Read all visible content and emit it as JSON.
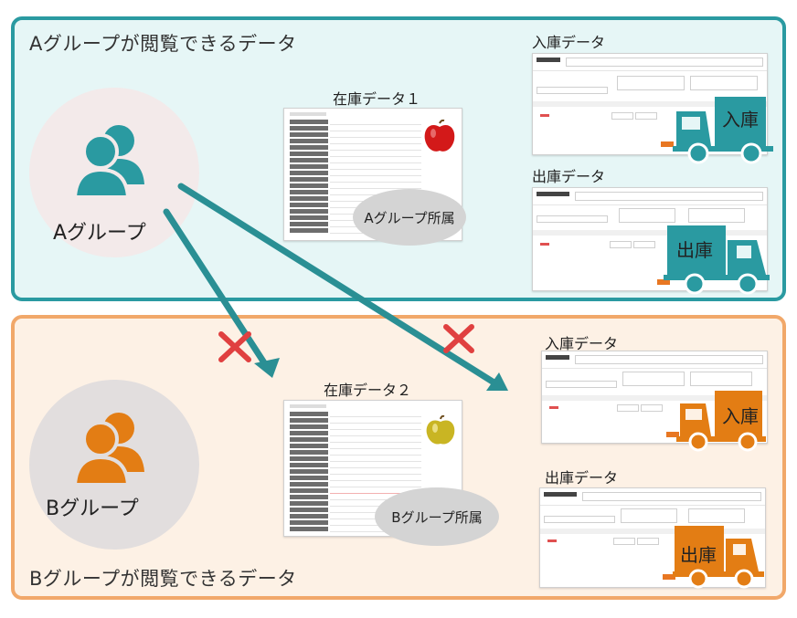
{
  "panel_a": {
    "title": "Aグループが閲覧できるデータ",
    "group_label": "Aグループ",
    "inventory_caption": "在庫データ１",
    "membership_tag": "Aグループ所属",
    "inbound_caption": "入庫データ",
    "outbound_caption": "出庫データ",
    "inbound_truck_label": "入庫",
    "outbound_truck_label": "出庫"
  },
  "panel_b": {
    "title": "Bグループが閲覧できるデータ",
    "group_label": "Bグループ",
    "inventory_caption": "在庫データ２",
    "membership_tag": "Bグループ所属",
    "inbound_caption": "入庫データ",
    "outbound_caption": "出庫データ",
    "inbound_truck_label": "入庫",
    "outbound_truck_label": "出庫"
  },
  "colors": {
    "group_a": "#2a9aa1",
    "group_b": "#e37d14",
    "panel_a_bg": "#e6f6f6",
    "panel_b_bg": "#fdf1e5",
    "deny_mark": "#e04040",
    "arrow": "#2a8f94"
  },
  "icons": [
    "users-icon",
    "truck-icon",
    "apple-icon",
    "cross-icon",
    "arrow-icon"
  ]
}
